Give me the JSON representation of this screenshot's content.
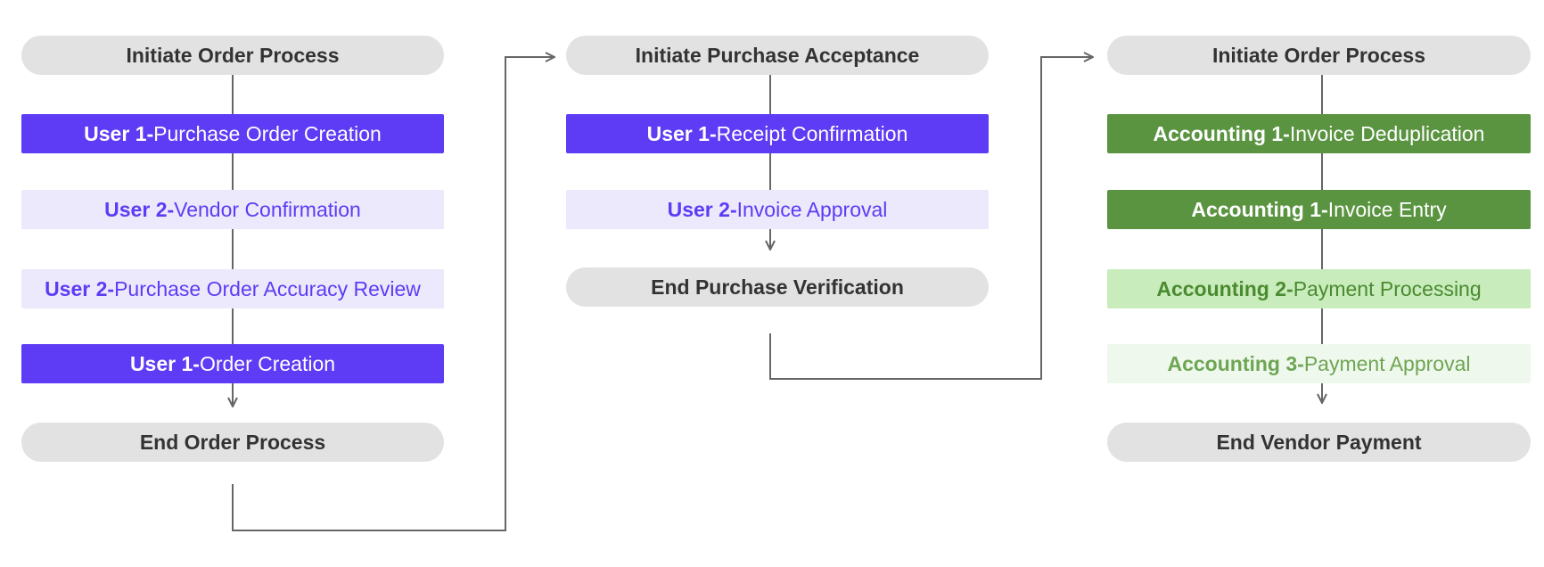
{
  "columns": [
    {
      "start": "Initiate Order Process",
      "steps": [
        {
          "actor": "User 1",
          "sep": " - ",
          "action": "Purchase Order Creation"
        },
        {
          "actor": "User 2",
          "sep": " - ",
          "action": "Vendor Confirmation"
        },
        {
          "actor": "User 2",
          "sep": " - ",
          "action": "Purchase Order Accuracy Review"
        },
        {
          "actor": "User 1",
          "sep": " - ",
          "action": "Order Creation"
        }
      ],
      "end": "End Order Process"
    },
    {
      "start": "Initiate Purchase Acceptance",
      "steps": [
        {
          "actor": "User 1",
          "sep": " - ",
          "action": "Receipt Confirmation"
        },
        {
          "actor": "User 2",
          "sep": " - ",
          "action": "Invoice Approval"
        }
      ],
      "end": "End Purchase Verification"
    },
    {
      "start": "Initiate Order Process",
      "steps": [
        {
          "actor": "Accounting 1",
          "sep": " - ",
          "action": "Invoice Deduplication"
        },
        {
          "actor": "Accounting 1",
          "sep": " - ",
          "action": "Invoice Entry"
        },
        {
          "actor": "Accounting 2",
          "sep": " - ",
          "action": "Payment Processing"
        },
        {
          "actor": "Accounting 3",
          "sep": " - ",
          "action": "Payment Approval"
        }
      ],
      "end": "End Vendor Payment"
    }
  ],
  "colors": {
    "purple_strong": "#5e3bf4",
    "purple_light": "#ece9fc",
    "green_strong": "#5a9441",
    "green_mid": "#c8ecbb",
    "green_light": "#eff8ec",
    "pill": "#e2e2e2",
    "connector": "#666666"
  }
}
